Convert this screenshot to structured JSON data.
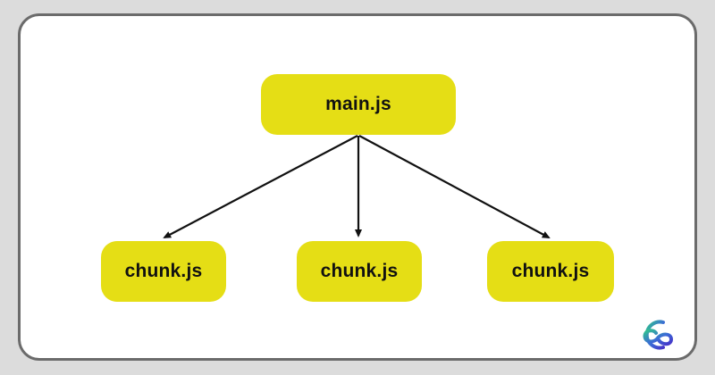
{
  "diagram": {
    "title_hint": "code splitting bundle diagram",
    "root": {
      "label": "main.js"
    },
    "children": [
      {
        "label": "chunk.js"
      },
      {
        "label": "chunk.js"
      },
      {
        "label": "chunk.js"
      }
    ],
    "edges": [
      {
        "from": "main.js",
        "to": "chunk.js (left)"
      },
      {
        "from": "main.js",
        "to": "chunk.js (middle)"
      },
      {
        "from": "main.js",
        "to": "chunk.js (right)"
      }
    ]
  },
  "colors": {
    "page_background": "#DCDCDC",
    "card_background": "#FFFFFF",
    "card_border": "#6B6B6B",
    "node_background": "#E5DE15",
    "node_text": "#111111",
    "arrow": "#111111",
    "logo_gradient_start": "#31C48D",
    "logo_gradient_mid": "#3B6BD6",
    "logo_gradient_end": "#4634C8"
  },
  "logo": {
    "name": "infinity-c-logo"
  }
}
